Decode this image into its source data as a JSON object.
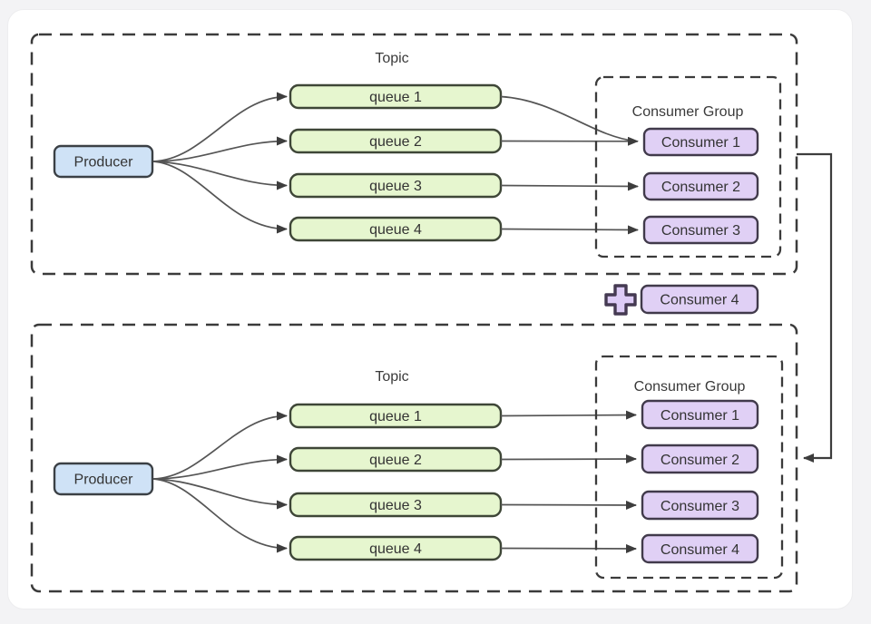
{
  "diagram": {
    "panels": [
      {
        "topic": "Topic",
        "producer": "Producer",
        "group_label": "Consumer Group",
        "queues": [
          "queue 1",
          "queue 2",
          "queue 3",
          "queue 4"
        ],
        "consumers": [
          "Consumer 1",
          "Consumer 2",
          "Consumer 3"
        ]
      },
      {
        "topic": "Topic",
        "producer": "Producer",
        "group_label": "Consumer Group",
        "queues": [
          "queue 1",
          "queue 2",
          "queue 3",
          "queue 4"
        ],
        "consumers": [
          "Consumer 1",
          "Consumer 2",
          "Consumer 3",
          "Consumer 4"
        ]
      }
    ],
    "added_consumer": "Consumer 4",
    "icons": {
      "plus": {
        "name": "plus-icon",
        "glyph": "+"
      }
    }
  },
  "colors": {
    "page_bg": "#f3f3f5",
    "card_bg": "#ffffff",
    "producer_fill": "#cfe2f6",
    "producer_border": "#3b4045",
    "queue_fill": "#e6f6cf",
    "queue_border": "#3e4637",
    "consumer_fill": "#e0d0f5",
    "consumer_border": "#413a4b",
    "plus_fill": "#ddccf6",
    "plus_border": "#453a52",
    "dash_border": "#3b3b3b",
    "arrow_line": "#555555",
    "arrowhead": "#3d3d3d",
    "text": "#333333"
  }
}
